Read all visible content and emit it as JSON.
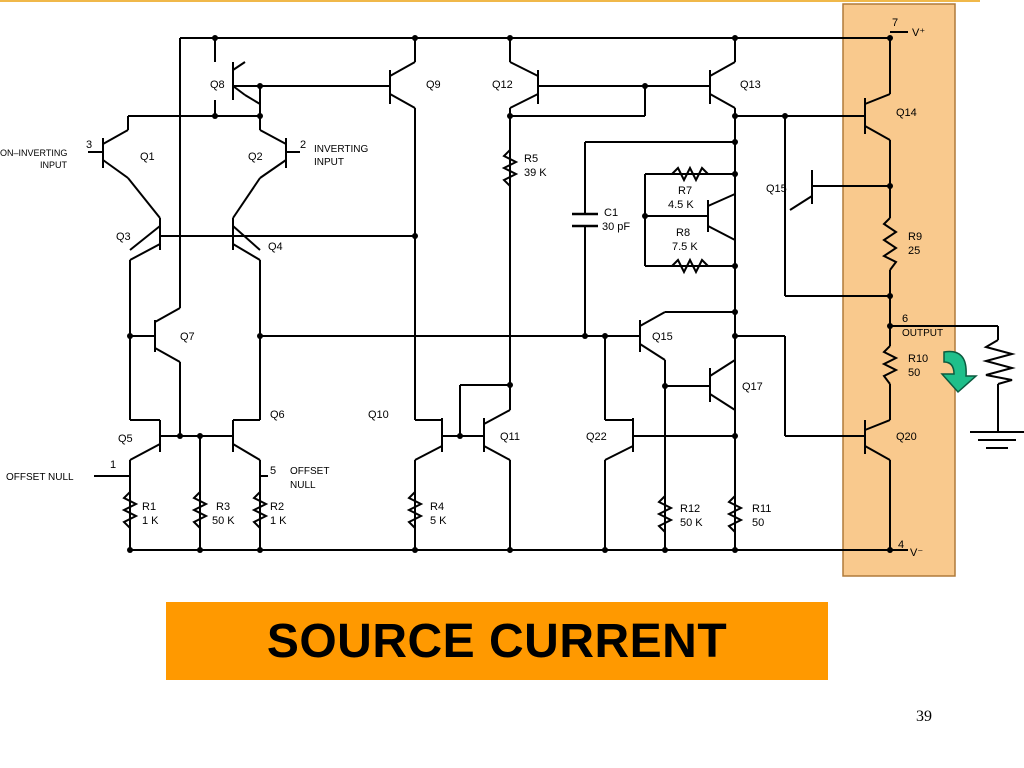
{
  "slide": {
    "title": "SOURCE CURRENT",
    "page_number": "39",
    "banner_color": "#ff9900",
    "highlight_color": "#f9c98d"
  },
  "schematic": {
    "pins": {
      "p7": "7",
      "vplus": "V⁺",
      "p3": "3",
      "noninv1": "ON–INVERTING",
      "noninv2": "INPUT",
      "p2": "2",
      "inv1": "INVERTING",
      "inv2": "INPUT",
      "p1": "1",
      "offset_null_left": "OFFSET NULL",
      "p5": "5",
      "offset_null_right1": "OFFSET",
      "offset_null_right2": "NULL",
      "p6": "6",
      "output": "OUTPUT",
      "p4": "4",
      "vminus": "V⁻"
    },
    "transistors": {
      "q1": "Q1",
      "q2": "Q2",
      "q3": "Q3",
      "q4": "Q4",
      "q5": "Q5",
      "q6": "Q6",
      "q7": "Q7",
      "q8": "Q8",
      "q9": "Q9",
      "q10": "Q10",
      "q11": "Q11",
      "q12": "Q12",
      "q13": "Q13",
      "q14": "Q14",
      "q15a": "Q15",
      "q15b": "Q15",
      "q17": "Q17",
      "q20": "Q20",
      "q22": "Q22"
    },
    "components": {
      "r1": "R1",
      "r1v": "1 K",
      "r2": "R2",
      "r2v": "1 K",
      "r3": "R3",
      "r3v": "50 K",
      "r4": "R4",
      "r4v": "5 K",
      "r5": "R5",
      "r5v": "39 K",
      "r7": "R7",
      "r7v": "4.5 K",
      "r8": "R8",
      "r8v": "7.5 K",
      "r9": "R9",
      "r9v": "25",
      "r10": "R10",
      "r10v": "50",
      "r11": "R11",
      "r11v": "50",
      "r12": "R12",
      "r12v": "50 K",
      "c1": "C1",
      "c1v": "30 pF"
    }
  }
}
